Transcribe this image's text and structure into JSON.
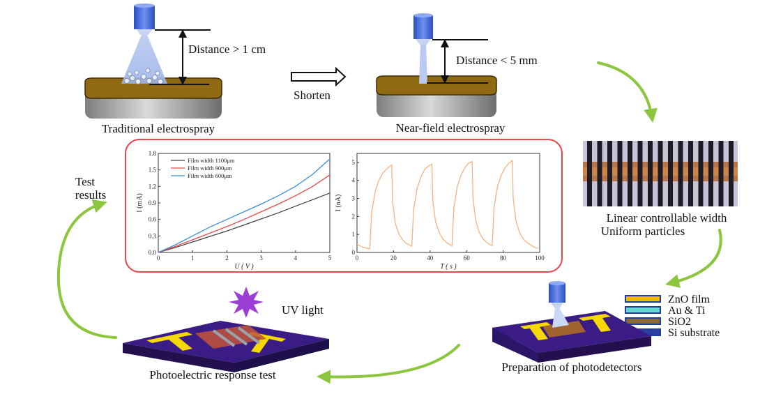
{
  "labels": {
    "traditional": "Traditional electrospray",
    "near_field": "Near-field electrospray",
    "distance_far": "Distance > 1 cm",
    "distance_near": "Distance < 5 mm",
    "shorten": "Shorten",
    "linear_1": "Linear controllable width",
    "linear_2": "Uniform particles",
    "preparation": "Preparation of photodetectors",
    "photoelectric": "Photoelectric response test",
    "uv_light": "UV light",
    "test_results_1": "Test",
    "test_results_2": "results"
  },
  "legend_layers": [
    {
      "label": "ZnO film",
      "color": "#f0b800",
      "border": "#1f3f9a"
    },
    {
      "label": "Au & Ti",
      "color": "#63d6d2",
      "border": "#1f3f9a"
    },
    {
      "label": "SiO2",
      "color": "#8a6a3a",
      "border": "#1f3f9a"
    },
    {
      "label": "Si substrate",
      "color": "#2a3f9f",
      "border": "#1f3f9a"
    }
  ],
  "colors": {
    "arrow_green": "#8cc63f",
    "panel_border": "#e8474a",
    "substrate_purple": "#3b1c86",
    "electrode_yellow": "#f5d800",
    "film_gold": "#8f6a12",
    "uv_star": "#9b3fd4"
  },
  "chart_data": [
    {
      "type": "line",
      "xlabel": "U ( V )",
      "ylabel": "I (mA)",
      "xlim": [
        0,
        5
      ],
      "ylim": [
        0,
        1.8
      ],
      "xticks": [
        "0",
        "1",
        "2",
        "3",
        "4",
        "5"
      ],
      "yticks": [
        "0.0",
        "0.3",
        "0.6",
        "0.9",
        "1.2",
        "1.5",
        "1.8"
      ],
      "legend_position": "top-left",
      "series": [
        {
          "name": "Film width 1100μm",
          "color": "#444444",
          "x": [
            0,
            0.5,
            1,
            1.5,
            2,
            2.5,
            3,
            3.5,
            4,
            4.5,
            5
          ],
          "y": [
            0,
            0.09,
            0.19,
            0.29,
            0.39,
            0.5,
            0.61,
            0.72,
            0.84,
            0.96,
            1.08
          ]
        },
        {
          "name": "Film width 900μm",
          "color": "#e8474a",
          "x": [
            0,
            0.5,
            1,
            1.5,
            2,
            2.5,
            3,
            3.5,
            4,
            4.5,
            5
          ],
          "y": [
            0,
            0.11,
            0.23,
            0.35,
            0.47,
            0.6,
            0.74,
            0.88,
            1.03,
            1.2,
            1.41
          ]
        },
        {
          "name": "Film width 600μm",
          "color": "#3a8fd8",
          "x": [
            0,
            0.5,
            1,
            1.5,
            2,
            2.5,
            3,
            3.5,
            4,
            4.5,
            5
          ],
          "y": [
            0,
            0.14,
            0.3,
            0.46,
            0.6,
            0.74,
            0.88,
            1.03,
            1.2,
            1.42,
            1.7
          ]
        }
      ]
    },
    {
      "type": "line",
      "xlabel": "T ( s )",
      "ylabel": "I (nA)",
      "xlim": [
        0,
        100
      ],
      "ylim": [
        0,
        5.5
      ],
      "xticks": [
        "0",
        "20",
        "40",
        "60",
        "80",
        "100"
      ],
      "yticks": [
        "0",
        "1",
        "2",
        "3",
        "4",
        "5"
      ],
      "series": [
        {
          "color": "#f5b27f",
          "x": [
            0,
            3,
            7,
            8,
            10,
            12,
            14,
            16,
            18,
            19,
            19.5,
            21,
            23,
            25,
            27,
            29,
            30,
            31,
            33,
            35,
            37,
            39,
            41,
            41.5,
            43,
            45,
            47,
            49,
            51,
            52,
            53,
            55,
            57,
            59,
            61,
            63,
            63.5,
            65,
            67,
            69,
            71,
            73,
            74,
            75,
            77,
            79,
            81,
            83,
            85,
            85.5,
            87,
            89,
            91,
            93,
            95,
            97,
            99
          ],
          "y": [
            0.45,
            0.3,
            0.2,
            2.2,
            3.4,
            4.0,
            4.4,
            4.6,
            4.8,
            4.85,
            2.8,
            1.6,
            1.0,
            0.7,
            0.5,
            0.4,
            0.35,
            2.4,
            3.6,
            4.2,
            4.6,
            4.8,
            4.9,
            2.9,
            1.7,
            1.1,
            0.75,
            0.55,
            0.42,
            0.38,
            2.5,
            3.7,
            4.3,
            4.7,
            4.95,
            5.05,
            3.0,
            1.75,
            1.1,
            0.75,
            0.55,
            0.42,
            0.38,
            2.5,
            3.7,
            4.3,
            4.7,
            4.95,
            5.1,
            3.0,
            1.75,
            1.1,
            0.75,
            0.55,
            0.42,
            0.3,
            0.22
          ]
        }
      ]
    }
  ]
}
